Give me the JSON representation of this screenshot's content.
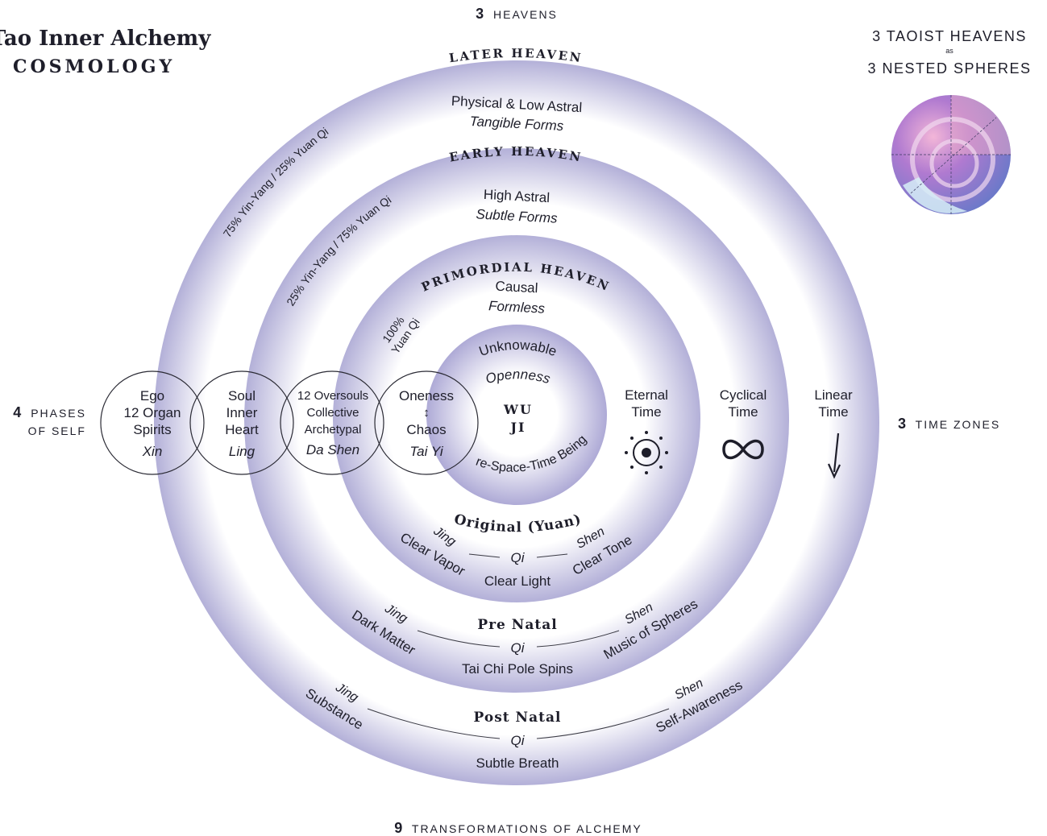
{
  "title": {
    "line1": "Tao Inner Alchemy",
    "line2": "COSMOLOGY"
  },
  "headings": {
    "heavens": {
      "num": "3",
      "text": "HEAVENS"
    },
    "transformations": {
      "num": "9",
      "text": "TRANSFORMATIONS OF ALCHEMY"
    },
    "time_zones": {
      "num": "3",
      "text": "TIME ZONES"
    },
    "phases_line1_num": "4",
    "phases_line1_text": "PHASES",
    "phases_line2": "OF SELF"
  },
  "spheres_caption": {
    "line1": "3 TAOIST HEAVENS",
    "line2": "as",
    "line3": "3 NESTED SPHERES"
  },
  "rings": {
    "later": {
      "title": "LATER HEAVEN",
      "line1": "Physical & Low Astral",
      "line2": "Tangible Forms",
      "qi": "75% Yin-Yang / 25% Yuan Qi"
    },
    "early": {
      "title": "EARLY HEAVEN",
      "line1": "High Astral",
      "line2": "Subtle Forms",
      "qi": "25% Yin-Yang / 75% Yuan Qi"
    },
    "primordial": {
      "title": "PRIMORDIAL HEAVEN",
      "line1": "Causal",
      "line2": "Formless",
      "qi1": "100%",
      "qi2": "Yuan Qi"
    },
    "core": {
      "top": "Unknowable",
      "top2": "Openness",
      "center1": "WU",
      "center2": "JI",
      "bottom": "Pre-Space-Time Beings"
    }
  },
  "time": [
    {
      "line1": "Eternal",
      "line2": "Time",
      "symbol": "sun-dot"
    },
    {
      "line1": "Cyclical",
      "line2": "Time",
      "symbol": "infinity"
    },
    {
      "line1": "Linear",
      "line2": "Time",
      "symbol": "arrow-down"
    }
  ],
  "self_phases": [
    {
      "l1": "Ego",
      "l2": "12 Organ",
      "l3": "Spirits",
      "it": "Xin"
    },
    {
      "l1": "Soul",
      "l2": "Inner",
      "l3": "Heart",
      "it": "Ling"
    },
    {
      "l1": "12 Oversouls",
      "l2": "Collective",
      "l3": "Archetypal",
      "it": "Da Shen"
    },
    {
      "l1": "Oneness",
      "l2": "↕",
      "l3": "Chaos",
      "it": "Tai Yi"
    }
  ],
  "transformations": {
    "original": {
      "title": "Original (Yuan)",
      "jing": "Jing",
      "jing2": "Clear Vapor",
      "qi": "Qi",
      "qi2": "Clear Light",
      "shen": "Shen",
      "shen2": "Clear Tone"
    },
    "prenatal": {
      "title": "Pre Natal",
      "jing": "Jing",
      "jing2": "Dark Matter",
      "qi": "Qi",
      "qi2": "Tai Chi Pole Spins",
      "shen": "Shen",
      "shen2": "Music of Spheres"
    },
    "postnatal": {
      "title": "Post Natal",
      "jing": "Jing",
      "jing2": "Substance",
      "qi": "Qi",
      "qi2": "Subtle Breath",
      "shen": "Shen",
      "shen2": "Self-Awareness"
    }
  },
  "colors": {
    "ring": "#5f5aa6",
    "ink": "#1e1e2a",
    "line": "#3a3a44"
  }
}
